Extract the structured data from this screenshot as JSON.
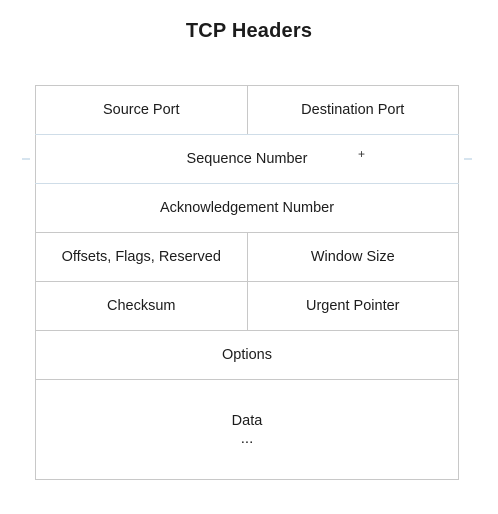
{
  "diagram": {
    "title": "TCP Headers",
    "rows": [
      [
        "Source Port",
        "Destination Port"
      ],
      [
        "Sequence Number"
      ],
      [
        "Acknowledgement Number"
      ],
      [
        "Offsets, Flags, Reserved",
        "Window Size"
      ],
      [
        "Checksum",
        "Urgent Pointer"
      ],
      [
        "Options"
      ],
      [
        "Data"
      ]
    ],
    "data_ellipsis": "...",
    "selection_plus": "+"
  },
  "colors": {
    "border": "#c8c8c8",
    "selection": "#cfdde8",
    "text": "#1c1c1c"
  }
}
